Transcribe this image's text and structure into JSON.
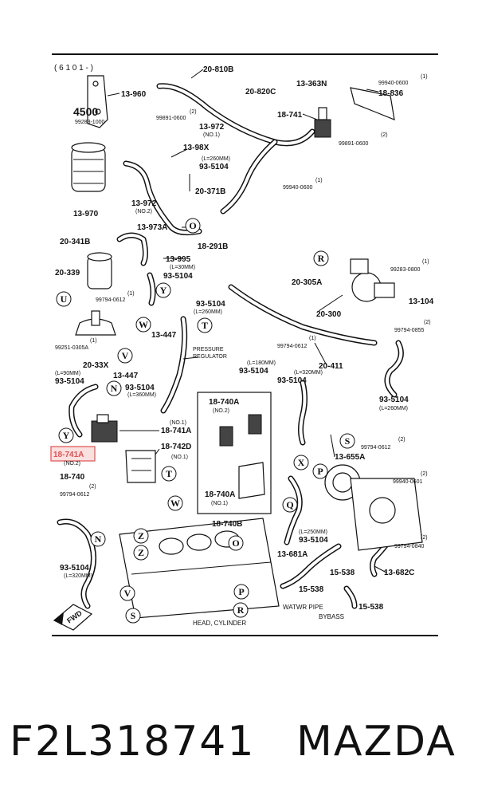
{
  "header_code": "( 6 1 0 1 - )",
  "callouts": [
    {
      "text": "20-810B"
    },
    {
      "text": "13-960"
    },
    {
      "text": "4500"
    },
    {
      "text": "99283-1000"
    },
    {
      "text": "99891-0600"
    },
    {
      "text": "(2)"
    },
    {
      "text": "13-972"
    },
    {
      "text": "(NO.1)"
    },
    {
      "text": "20-820C"
    },
    {
      "text": "13-363N"
    },
    {
      "text": "99940-0600"
    },
    {
      "text": "(1)"
    },
    {
      "text": "18-836"
    },
    {
      "text": "18-741"
    },
    {
      "text": "99891-0600"
    },
    {
      "text": "(2)"
    },
    {
      "text": "13-98X"
    },
    {
      "text": "(L=260MM)"
    },
    {
      "text": "93-5104"
    },
    {
      "text": "20-371B"
    },
    {
      "text": "99940-0600"
    },
    {
      "text": "(1)"
    },
    {
      "text": "13-972"
    },
    {
      "text": "(NO.2)"
    },
    {
      "text": "13-970"
    },
    {
      "text": "13-973A"
    },
    {
      "text": "20-341B"
    },
    {
      "text": "18-291B"
    },
    {
      "text": "13-995"
    },
    {
      "text": "(L=30MM)"
    },
    {
      "text": "93-5104"
    },
    {
      "text": "20-339"
    },
    {
      "text": "99283-0800"
    },
    {
      "text": "(1)"
    },
    {
      "text": "20-305A"
    },
    {
      "text": "99794-0612"
    },
    {
      "text": "(1)"
    },
    {
      "text": "93-5104"
    },
    {
      "text": "(L=260MM)"
    },
    {
      "text": "13-104"
    },
    {
      "text": "20-300"
    },
    {
      "text": "99794-0855"
    },
    {
      "text": "(2)"
    },
    {
      "text": "13-447"
    },
    {
      "text": "99251-0305A"
    },
    {
      "text": "(1)"
    },
    {
      "text": "99794-0612"
    },
    {
      "text": "(1)"
    },
    {
      "text": "20-33X"
    },
    {
      "text": "PRESSURE"
    },
    {
      "text": "REGULATOR"
    },
    {
      "text": "(L=180MM)"
    },
    {
      "text": "93-5104"
    },
    {
      "text": "20-411"
    },
    {
      "text": "13-447"
    },
    {
      "text": "(L=90MM)"
    },
    {
      "text": "93-5104"
    },
    {
      "text": "93-5104"
    },
    {
      "text": "(L=360MM)"
    },
    {
      "text": "(L=320MM)"
    },
    {
      "text": "93-5104"
    },
    {
      "text": "93-5104"
    },
    {
      "text": "(L=260MM)"
    },
    {
      "text": "18-740A"
    },
    {
      "text": "(NO.2)"
    },
    {
      "text": "(NO.1)"
    },
    {
      "text": "18-741A"
    },
    {
      "text": "18-742D"
    },
    {
      "text": "(NO.1)"
    },
    {
      "text": "99794-0612"
    },
    {
      "text": "(2)"
    },
    {
      "text": "13-655A"
    },
    {
      "text": "18-741A"
    },
    {
      "text": "(NO.2)"
    },
    {
      "text": "18-740"
    },
    {
      "text": "99794-0612"
    },
    {
      "text": "(2)"
    },
    {
      "text": "18-740A"
    },
    {
      "text": "(NO.1)"
    },
    {
      "text": "18-740B"
    },
    {
      "text": "99940-0601"
    },
    {
      "text": "(2)"
    },
    {
      "text": "(L=250MM)"
    },
    {
      "text": "93-5104"
    },
    {
      "text": "99794-0840"
    },
    {
      "text": "(2)"
    },
    {
      "text": "93-5104"
    },
    {
      "text": "(L=320MM)"
    },
    {
      "text": "13-681A"
    },
    {
      "text": "15-538"
    },
    {
      "text": "13-682C"
    },
    {
      "text": "15-538"
    },
    {
      "text": "WATWR PIPE"
    },
    {
      "text": "BYBASS"
    },
    {
      "text": "15-538"
    },
    {
      "text": "HEAD, CYLINDER"
    },
    {
      "text": "FWD"
    }
  ],
  "circle_markers": [
    "O",
    "O",
    "R",
    "U",
    "Y",
    "W",
    "V",
    "T",
    "N",
    "Y",
    "S",
    "Q",
    "P",
    "Z",
    "N",
    "Z",
    "W",
    "O",
    "X",
    "V",
    "P",
    "S",
    "R",
    "T"
  ],
  "highlighted_part": "18-741A",
  "highlight_color": "#e05050",
  "caption": {
    "part_number": "F2L318741",
    "brand": "MAZDA"
  }
}
